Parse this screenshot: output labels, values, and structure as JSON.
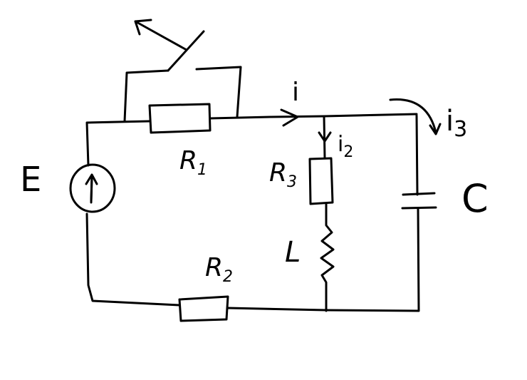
{
  "labels": {
    "source": "E",
    "r1": {
      "main": "R",
      "sub": "1"
    },
    "r2": {
      "main": "R",
      "sub": "2"
    },
    "r3": {
      "main": "R",
      "sub": "3"
    },
    "inductor": "L",
    "capacitor": "C",
    "current_i": "i",
    "current_i2": {
      "main": "i",
      "sub": "2"
    },
    "current_i3": {
      "main": "i",
      "sub": "3"
    }
  },
  "colors": {
    "stroke": "#000000",
    "background": "#ffffff"
  }
}
